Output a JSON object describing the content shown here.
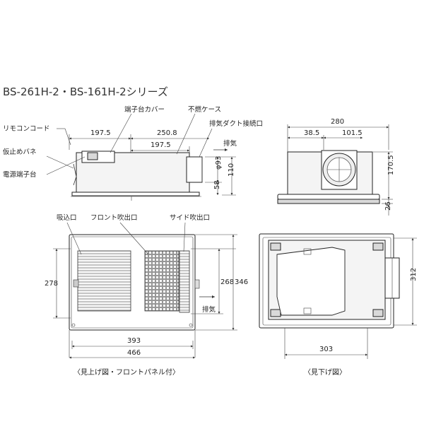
{
  "title": "BS-261H-2・BS-161H-2シリーズ",
  "side_view": {
    "labels": {
      "terminal_cover": "端子台カバー",
      "nonflammable_case": "不燃ケース",
      "remote_cord": "リモコンコード",
      "exhaust_duct_port": "排気ダクト接続口",
      "temp_spring": "仮止めバネ",
      "power_terminal": "電源端子台",
      "exhaust": "排気"
    },
    "dims": {
      "d1975_top": "197.5",
      "d2508": "250.8",
      "d1975_low": "197.5",
      "phi93": "φ93",
      "d110": "110",
      "d58": "58"
    }
  },
  "end_view": {
    "dims": {
      "d280": "280",
      "d385": "38.5",
      "d1015": "101.5",
      "d1705": "170.5",
      "d26": "26"
    }
  },
  "bottom_view": {
    "labels": {
      "intake": "吸込口",
      "front_outlet": "フロント吹出口",
      "side_outlet": "サイド吹出口",
      "exhaust": "排気"
    },
    "dims": {
      "d278": "278",
      "d268": "268",
      "d346": "346",
      "d393": "393",
      "d466": "466"
    },
    "caption": "〈見上げ図・フロントパネル付〉"
  },
  "top_view": {
    "dims": {
      "d312": "312",
      "d303": "303"
    },
    "caption": "〈見下げ図〉"
  }
}
